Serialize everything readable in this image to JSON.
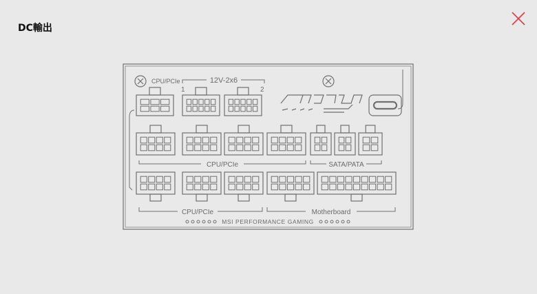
{
  "header": {
    "title": "DC輸出"
  },
  "close": {
    "icon": "close-icon",
    "color": "#e03a4a"
  },
  "psu": {
    "label_cpu_pcie_top": "CPU/PCIe",
    "label_12v": "12V-2x6",
    "label_port1": "1",
    "label_port2": "2",
    "label_cpu_pcie_mid": "CPU/PCIe",
    "label_sata_pata": "SATA/PATA",
    "label_cpu_pcie_bottom": "CPU/PCIe",
    "label_motherboard": "Motherboard",
    "label_brand": "MSI PERFORMANCE GAMING",
    "line_color": "#6f6f6f"
  }
}
